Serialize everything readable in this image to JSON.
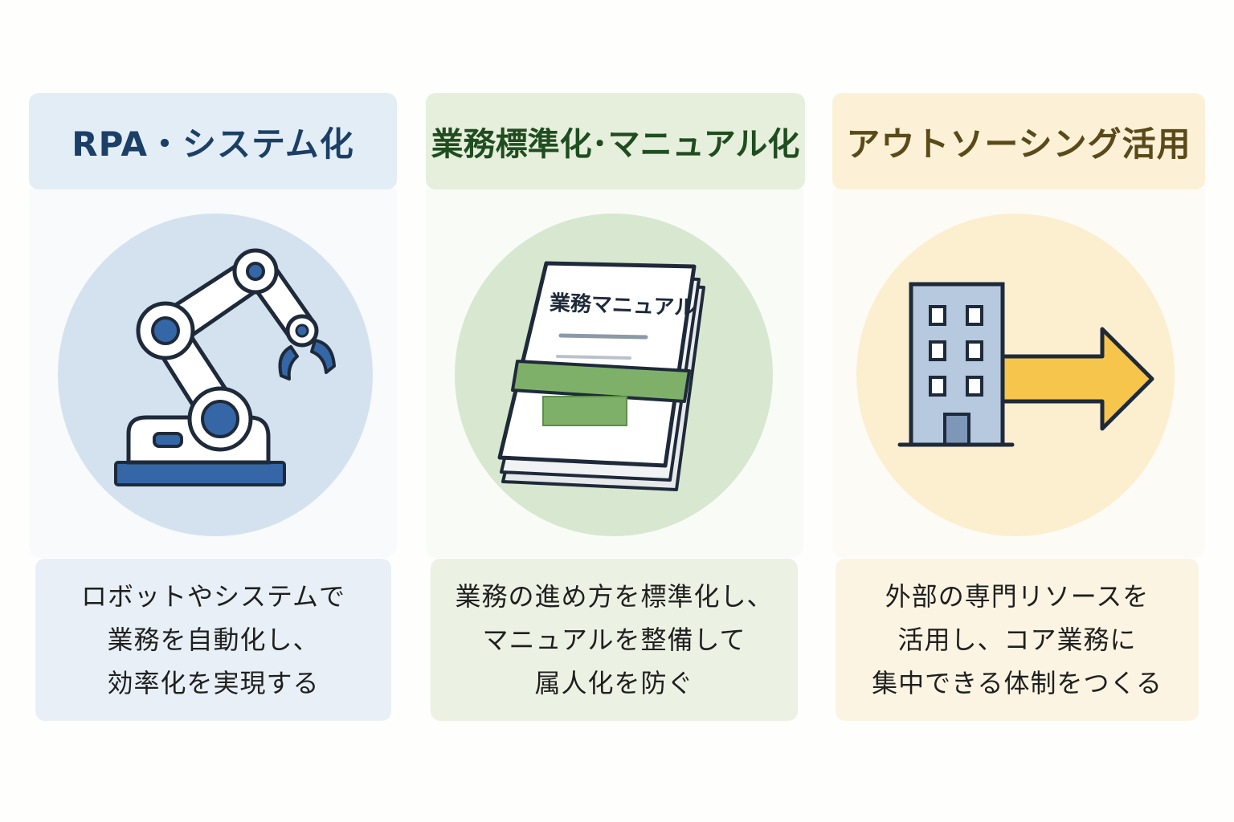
{
  "columns": [
    {
      "title": "RPA・システム化",
      "description": [
        "ロボットやシステムで",
        "業務を自動化し、",
        "効率化を実現する"
      ],
      "colors": {
        "header_bg": "#e3edf6",
        "header_text": "#1b3f66",
        "circle": "#d3e2ee",
        "panel_bg": "#f3f7fb",
        "accent": "#3566a6"
      },
      "icon": "robot-arm-icon"
    },
    {
      "title": "業務標準化･マニュアル化",
      "description": [
        "業務の進め方を標準化し、",
        "マニュアルを整備して",
        "属人化を防ぐ"
      ],
      "manual_label": "業務マニュアル",
      "colors": {
        "header_bg": "#e6efdc",
        "header_text": "#1f4d1f",
        "circle": "#d8e7cf",
        "panel_bg": "#f1f6ed",
        "accent": "#7fb069"
      },
      "icon": "manual-book-icon"
    },
    {
      "title": "アウトソーシング活用",
      "description": [
        "外部の専門リソースを",
        "活用し、コア業務に",
        "集中できる体制をつくる"
      ],
      "colors": {
        "header_bg": "#fcf1d6",
        "header_text": "#5a4a1a",
        "circle": "#fbefcf",
        "panel_bg": "#fdf8ec",
        "accent": "#f6c54c"
      },
      "icon": "building-arrow-icon"
    }
  ]
}
